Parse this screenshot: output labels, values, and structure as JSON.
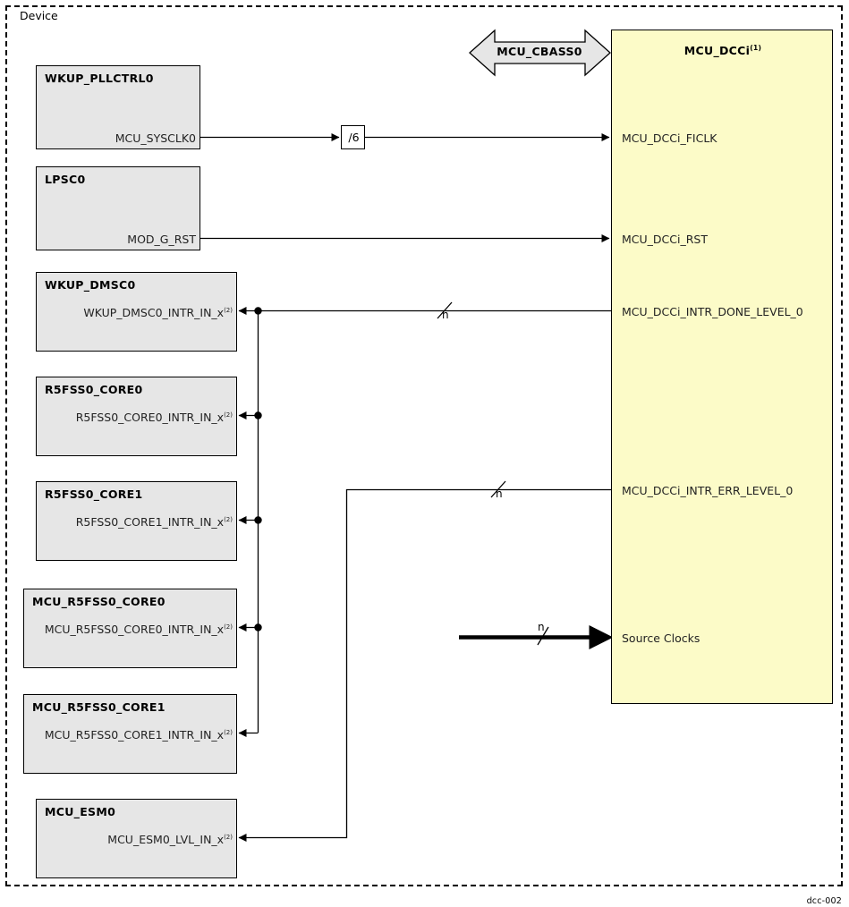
{
  "device": {
    "label": "Device"
  },
  "caption": "dcc-002",
  "colors": {
    "source_block_fill": "#e6e6e6",
    "dcc_block_fill": "#fcfbc8",
    "line": "#000000",
    "bus_arrow_fill": "#e6e6e6"
  },
  "bus": {
    "label": "MCU_CBASS0"
  },
  "divider": {
    "label": "/6"
  },
  "dcc": {
    "title": "MCU_DCCi",
    "title_note": "(1)",
    "ports": [
      {
        "name": "MCU_DCCi_FICLK"
      },
      {
        "name": "MCU_DCCi_RST"
      },
      {
        "name": "MCU_DCCi_INTR_DONE_LEVEL_0"
      },
      {
        "name": "MCU_DCCi_INTR_ERR_LEVEL_0"
      },
      {
        "name": "Source Clocks"
      }
    ]
  },
  "source_blocks": [
    {
      "title": "WKUP_PLLCTRL0",
      "port": "MCU_SYSCLK0",
      "note": ""
    },
    {
      "title": "LPSC0",
      "port": "MOD_G_RST",
      "note": ""
    },
    {
      "title": "WKUP_DMSC0",
      "port": "WKUP_DMSC0_INTR_IN_x",
      "note": "(2)"
    },
    {
      "title": "R5FSS0_CORE0",
      "port": "R5FSS0_CORE0_INTR_IN_x",
      "note": "(2)"
    },
    {
      "title": "R5FSS0_CORE1",
      "port": "R5FSS0_CORE1_INTR_IN_x",
      "note": "(2)"
    },
    {
      "title": "MCU_R5FSS0_CORE0",
      "port": "MCU_R5FSS0_CORE0_INTR_IN_x",
      "note": "(2)"
    },
    {
      "title": "MCU_R5FSS0_CORE1",
      "port": "MCU_R5FSS0_CORE1_INTR_IN_x",
      "note": "(2)"
    },
    {
      "title": "MCU_ESM0",
      "port": "MCU_ESM0_LVL_IN_x",
      "note": "(2)"
    }
  ],
  "bus_widths": [
    {
      "label": "n"
    },
    {
      "label": "n"
    },
    {
      "label": "n"
    }
  ]
}
